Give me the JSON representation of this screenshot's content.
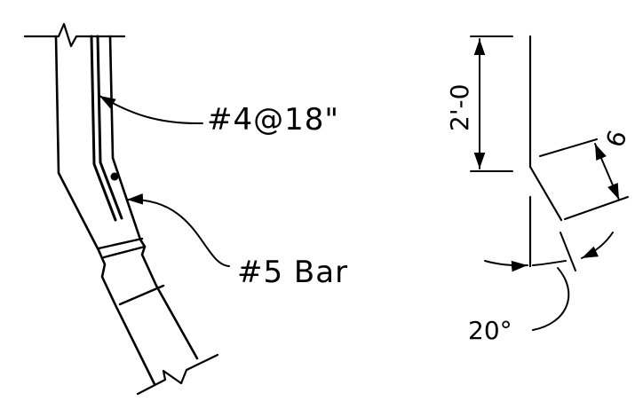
{
  "colors": {
    "ink": "#000000",
    "background": "#ffffff"
  },
  "labels": {
    "top_rebar": "#4@18\"",
    "bottom_rebar": "#5 Bar",
    "vertical_dimension": "2'-0",
    "offset_dimension": "6",
    "angle": "20°"
  }
}
